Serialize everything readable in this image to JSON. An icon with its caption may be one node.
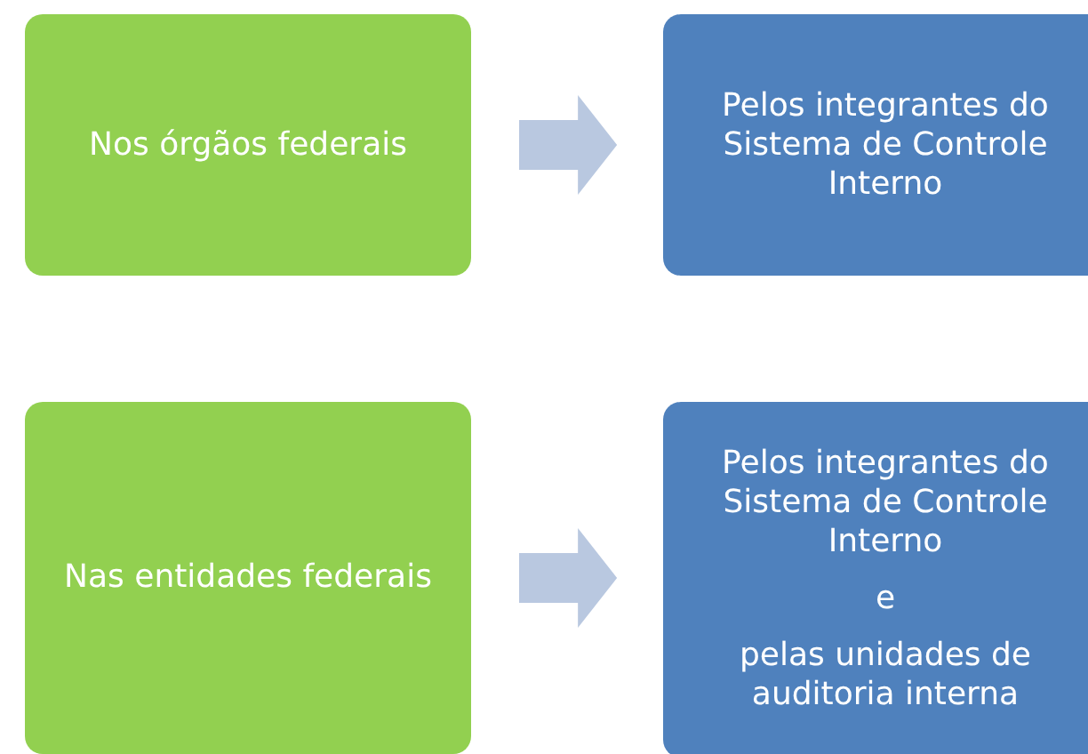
{
  "diagram": {
    "nodes": [
      {
        "text": [
          "Nos órgãos federais"
        ]
      },
      {
        "text": [
          "Pelos integrantes do Sistema de Controle Interno"
        ]
      },
      {
        "text": [
          "Nas entidades federais"
        ]
      },
      {
        "text": [
          "Pelos integrantes do Sistema de Controle Interno",
          "e",
          "pelas unidades de auditoria interna"
        ]
      }
    ],
    "edges": [
      {
        "from": 0,
        "to": 1,
        "arrow": "to"
      },
      {
        "from": 2,
        "to": 3,
        "arrow": "to"
      }
    ]
  }
}
